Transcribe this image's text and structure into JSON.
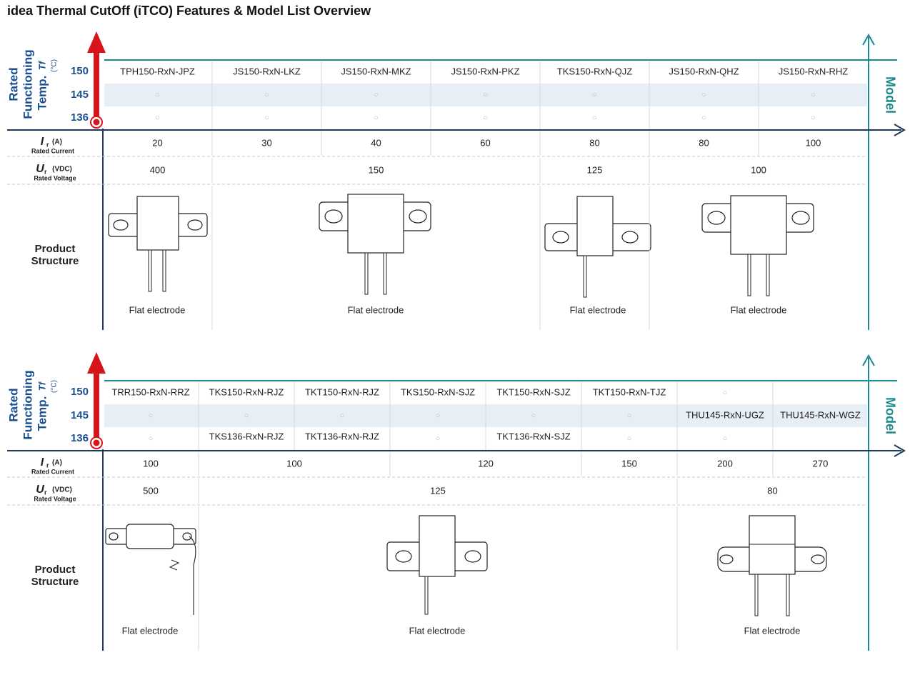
{
  "page": {
    "title": "idea Thermal CutOff (iTCO) Features & Model List Overview"
  },
  "legend": {
    "axis_title_line1": "Rated",
    "axis_title_line2": "Functioning",
    "axis_title_line3": "Temp.",
    "axis_symbol": "Tf",
    "axis_unit": "(°C)",
    "model_label": "Model",
    "current_symbol": "Ir",
    "current_unit": "(A)",
    "current_name": "Rated Current",
    "voltage_symbol": "Ur",
    "voltage_unit": "(VDC)",
    "voltage_name": "Rated Voltage",
    "structure_line1": "Product",
    "structure_line2": "Structure",
    "temps": [
      "150",
      "145",
      "136"
    ],
    "empty_mark": "○"
  },
  "colors": {
    "accent_red": "#d8141b",
    "navy": "#1d3a5c",
    "teal": "#1a8a8c",
    "row_band": "#e8eef6",
    "label_blue": "#1a4f8f"
  },
  "table1": {
    "columns": [
      {
        "r150": "TPH150-RxN-JPZ",
        "r145": "○",
        "r136": "○"
      },
      {
        "r150": "JS150-RxN-LKZ",
        "r145": "○",
        "r136": "○"
      },
      {
        "r150": "JS150-RxN-MKZ",
        "r145": "○",
        "r136": "○"
      },
      {
        "r150": "JS150-RxN-PKZ",
        "r145": "○",
        "r136": "○"
      },
      {
        "r150": "TKS150-RxN-QJZ",
        "r145": "○",
        "r136": "○"
      },
      {
        "r150": "JS150-RxN-QHZ",
        "r145": "○",
        "r136": "○"
      },
      {
        "r150": "JS150-RxN-RHZ",
        "r145": "○",
        "r136": "○"
      }
    ],
    "currents": [
      "20",
      "30",
      "40",
      "60",
      "80",
      "80",
      "100"
    ],
    "voltages": [
      "400",
      "150",
      "125",
      "100"
    ],
    "structures": [
      "Flat electrode",
      "Flat electrode",
      "Flat electrode",
      "Flat electrode"
    ]
  },
  "table2": {
    "columns": [
      {
        "r150": "TRR150-RxN-RRZ",
        "r145": "○",
        "r136": "○"
      },
      {
        "r150": "TKS150-RxN-RJZ",
        "r145": "○",
        "r136": "TKS136-RxN-RJZ"
      },
      {
        "r150": "TKT150-RxN-RJZ",
        "r145": "○",
        "r136": "TKT136-RxN-RJZ"
      },
      {
        "r150": "TKS150-RxN-SJZ",
        "r145": "○",
        "r136": "○"
      },
      {
        "r150": "TKT150-RxN-SJZ",
        "r145": "○",
        "r136": "TKT136-RxN-SJZ"
      },
      {
        "r150": "TKT150-RxN-TJZ",
        "r145": "○",
        "r136": "○"
      },
      {
        "r150": "○",
        "r145": "THU145-RxN-UGZ",
        "r136": "○"
      },
      {
        "r150": "",
        "r145": "THU145-RxN-WGZ",
        "r136": ""
      }
    ],
    "currents": [
      "100",
      "100",
      "120",
      "150",
      "200",
      "270"
    ],
    "voltages": [
      "500",
      "125",
      "80"
    ],
    "structures": [
      "Flat electrode",
      "Flat electrode",
      "Flat electrode"
    ]
  }
}
